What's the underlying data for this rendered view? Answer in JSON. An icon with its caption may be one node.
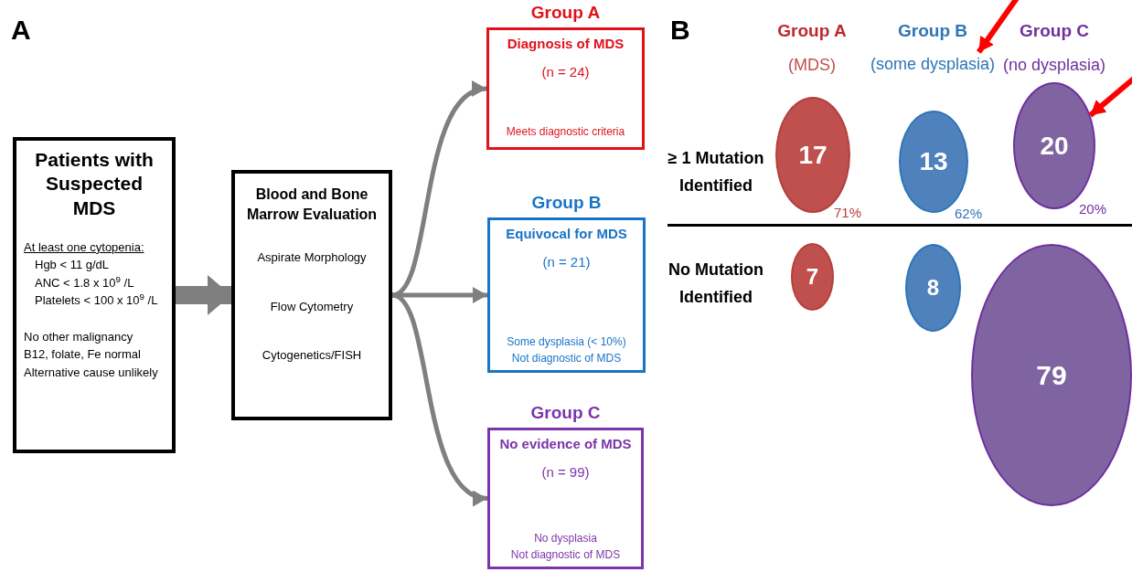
{
  "diagram": {
    "nodes": [
      {
        "text": [
          "Patients with Suspected MDS",
          "At least one cytopenia:",
          "Hgb < 11 g/dL",
          "ANC < 1.8 x 10$^{9}$ /L",
          "Platelets < 100 x 10$^{9}$ /L",
          "No other malignancy",
          "B12, folate, Fe normal",
          "Alternative cause unlikely"
        ]
      },
      {
        "text": [
          "Blood and Bone Marrow Evaluation",
          "Aspirate Morphology",
          "Flow Cytometry",
          "Cytogenetics/FISH"
        ]
      },
      {
        "text": [
          "Group A",
          "Diagnosis of MDS",
          "(n = 24)",
          "Meets diagnostic criteria"
        ]
      },
      {
        "text": [
          "Group B",
          "Equivocal for MDS",
          "(n = 21)",
          "Some dysplasia (< 10%)",
          "Not diagnostic of MDS"
        ]
      },
      {
        "text": [
          "Group C",
          "No evidence of MDS",
          "(n = 99)",
          "No dysplasia",
          "Not diagnostic of MDS"
        ]
      },
      {
        "text": [
          "17"
        ],
        "beside": [
          "71%"
        ]
      },
      {
        "text": [
          "13"
        ],
        "beside": [
          "62%"
        ]
      },
      {
        "text": [
          "20"
        ],
        "beside": [
          "20%"
        ]
      },
      {
        "text": [
          "7"
        ]
      },
      {
        "text": [
          "8"
        ]
      },
      {
        "text": [
          "79"
        ]
      },
      {
        "text": [
          "(some dysplasia)"
        ]
      }
    ],
    "edges": [
      {
        "from": 0,
        "to": 1,
        "arrow": "to",
        "style": "thick"
      },
      {
        "from": 1,
        "to": 2,
        "arrow": "to"
      },
      {
        "from": 1,
        "to": 3,
        "arrow": "to"
      },
      {
        "from": 1,
        "to": 4,
        "arrow": "to"
      },
      {
        "from": null,
        "to": 11,
        "arrow": "to",
        "color": "#ff0000"
      },
      {
        "from": null,
        "to": 7,
        "arrow": "to",
        "color": "#ff0000"
      }
    ],
    "labels": [
      "A",
      "B",
      "Group A",
      "(MDS)",
      "Group B",
      "Group C",
      "(no dysplasia)",
      "≥ 1 Mutation Identified",
      "No Mutation Identified"
    ]
  }
}
